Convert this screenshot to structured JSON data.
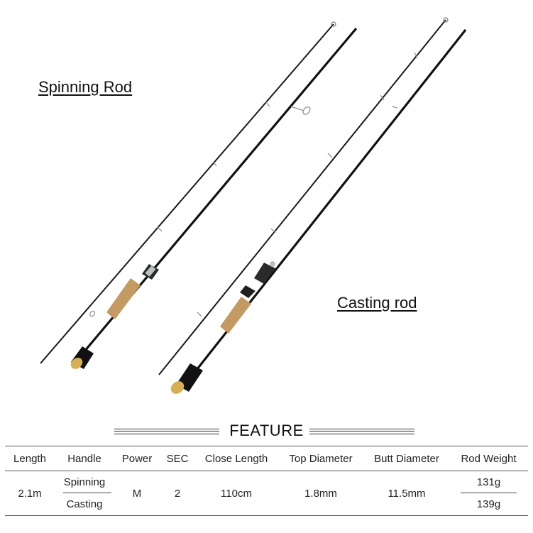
{
  "labels": {
    "spinning": "Spinning Rod",
    "casting": "Casting rod"
  },
  "feature": {
    "title": "FEATURE"
  },
  "table": {
    "headers": [
      "Length",
      "Handle",
      "Power",
      "SEC",
      "Close Length",
      "Top Diameter",
      "Butt Diameter",
      "Rod Weight"
    ],
    "length": "2.1m",
    "handle": [
      "Spinning",
      "Casting"
    ],
    "power": "M",
    "sec": "2",
    "close_length": "110cm",
    "top_diameter": "1.8mm",
    "butt_diameter": "11.5mm",
    "rod_weight": [
      "131g",
      "139g"
    ]
  },
  "colors": {
    "rod_blank": "#1a1a1a",
    "cork": "#c49a63",
    "grip": "#111111",
    "reel_seat": "#2a2a2a",
    "ring_guide": "#9aa3a6"
  }
}
